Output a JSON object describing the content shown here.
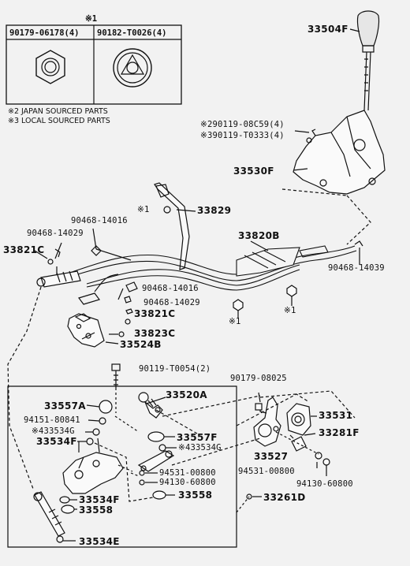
{
  "legend_box": {
    "mark": "※1",
    "col1": "90179-06178(4)",
    "col2": "90182-T0026(4)"
  },
  "notes": {
    "note2": "※2 JAPAN SOURCED PARTS",
    "note3": "※3 LOCAL SOURCED PARTS"
  },
  "parts": {
    "p33504F": "33504F",
    "p90119_08C59": "※290119-08C59(4)",
    "p90119_T0333": "※390119-T0333(4)",
    "p33530F": "33530F",
    "p33829": "33829",
    "p33829_mark": "※1",
    "p90468_14016a": "90468-14016",
    "p90468_14029a": "90468-14029",
    "p33821C_a": "33821C",
    "p33820B": "33820B",
    "p90468_14039": "90468-14039",
    "p90468_14016b": "90468-14016",
    "p90468_14029b": "90468-14029",
    "p33821C_b": "33821C",
    "p33823C": "33823C",
    "p33524B": "33524B",
    "mark_a": "※1",
    "mark_b": "※1",
    "p90119_T0054": "90119-T0054(2)",
    "p90179_08025": "90179-08025",
    "p33557A": "33557A",
    "p33520A": "33520A",
    "p94151_80841": "94151-80841",
    "p33534G_a": "※433534G",
    "p33534F_a": "33534F",
    "p33557F": "33557F",
    "p33534G_b": "※433534G",
    "p94531_00800a": "94531-00800",
    "p94130_60800a": "94130-60800",
    "p33558_a": "33558",
    "p33534F_b": "33534F",
    "p33558_b": "33558",
    "p33534E": "33534E",
    "p33531": "33531",
    "p33281F": "33281F",
    "p33527": "33527",
    "p94531_00800b": "94531-00800",
    "p94130_60800b": "94130-60800",
    "p33261D": "33261D"
  }
}
